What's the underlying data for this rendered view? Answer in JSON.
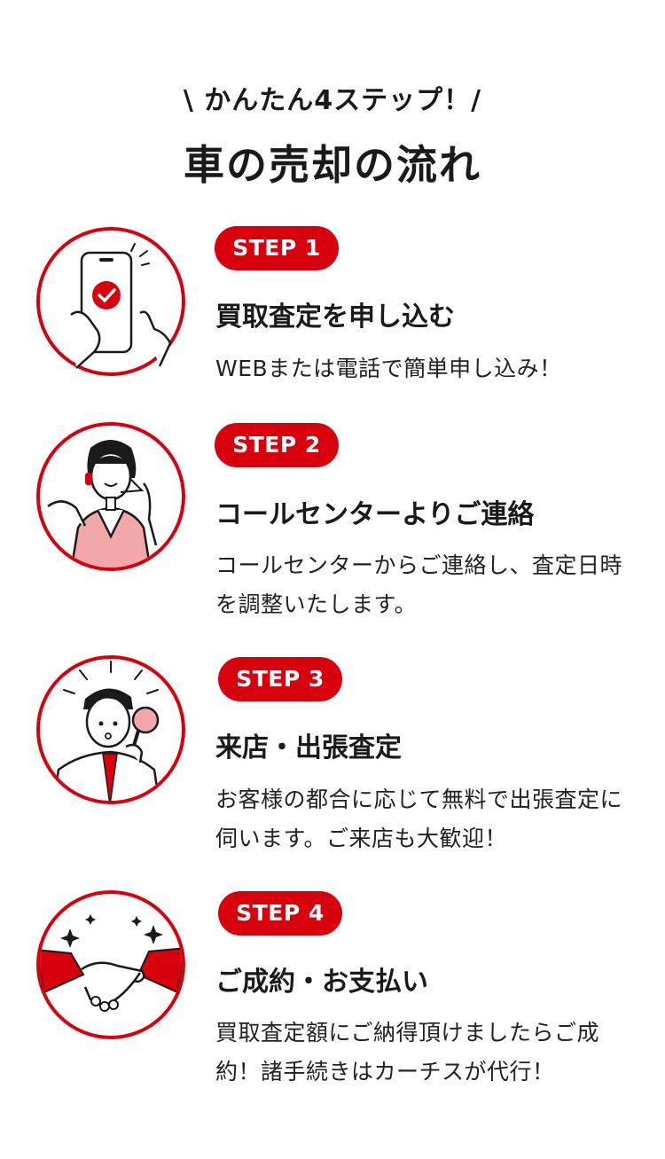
{
  "header": {
    "catch": "\\ かんたん4ステップ！/",
    "title": "車の売却の流れ"
  },
  "steps": [
    {
      "badge": "STEP 1",
      "heading": "買取査定を申し込む",
      "desc": "WEBまたは電話で簡単申し込み！",
      "icon": "smartphone-check-icon"
    },
    {
      "badge": "STEP 2",
      "heading": "コールセンターよりご連絡",
      "desc": "コールセンターからご連絡し、査定日時を調整いたします。",
      "icon": "call-center-operator-icon"
    },
    {
      "badge": "STEP 3",
      "heading": "来店・出張査定",
      "desc": "お客様の都合に応じて無料で出張査定に伺います。ご来店も大歓迎！",
      "icon": "inspector-magnifier-icon"
    },
    {
      "badge": "STEP 4",
      "heading": "ご成約・お支払い",
      "desc": "買取査定額にご納得頂けましたらご成約！諸手続きはカーチスが代行！",
      "icon": "handshake-icon"
    }
  ],
  "colors": {
    "accent": "#d9000d",
    "pink": "#f2a7ab",
    "text": "#1a1a1a"
  }
}
